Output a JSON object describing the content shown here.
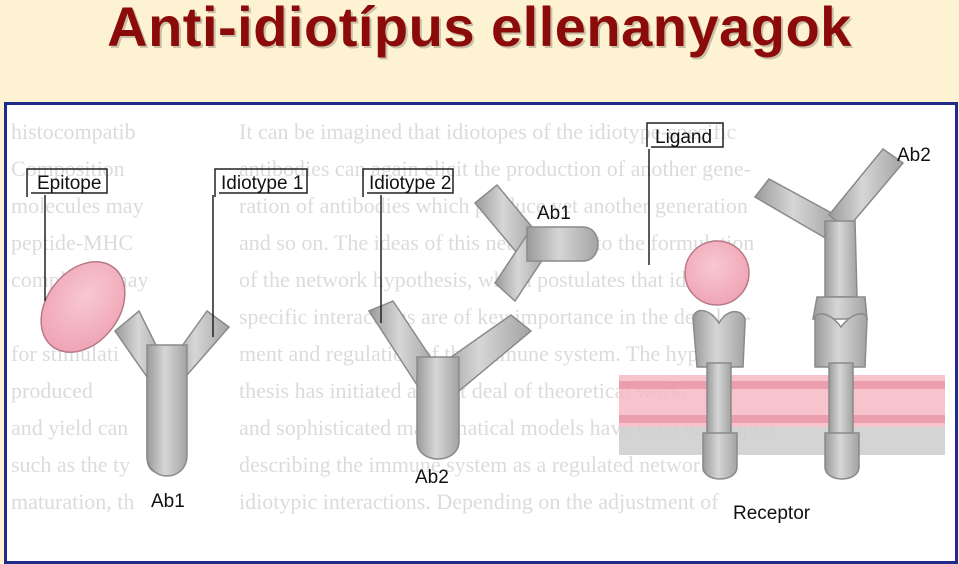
{
  "slide": {
    "title": "Anti-idiotípus ellenanyagok"
  },
  "figure": {
    "labels": {
      "epitope": "Epitope",
      "idiotype1": "Idiotype 1",
      "idiotype2": "Idiotype 2",
      "ab1_left": "Ab1",
      "ab1_top": "Ab1",
      "ab2_center": "Ab2",
      "ligand": "Ligand",
      "ab2_right": "Ab2",
      "receptor": "Receptor"
    },
    "background_text": {
      "left_column": [
        "histocompatib",
        "Composition",
        "molecules may",
        "peptide-MHC",
        "complexes may",
        "",
        "for stimulati",
        "produced",
        "and yield can",
        "such as the ty",
        "maturation, th"
      ],
      "middle_column": [
        "It can be imagined that idiotopes of the idiotype-specific",
        "antibodies can again elicit the production of another gene-",
        "ration of antibodies which produce yet another generation",
        "and so on. The ideas of this network led to the formulation",
        "of the network hypothesis, which postulates that idiotype-",
        "specific interactions are of key importance in the develop-",
        "ment and regulation of the immune system. The hypo-",
        "thesis has initiated a great deal of theoretical work,",
        "and sophisticated mathematical models have been developed",
        "describing the immune system as a regulated network of",
        "idiotypic interactions. Depending on the adjustment of"
      ]
    },
    "colors": {
      "antibody": "#b9b9b9",
      "antigen": "#f4b2c0",
      "membrane": "#f2a9b6",
      "frame": "#1f2a8a",
      "title": "#8b0a0a"
    }
  }
}
